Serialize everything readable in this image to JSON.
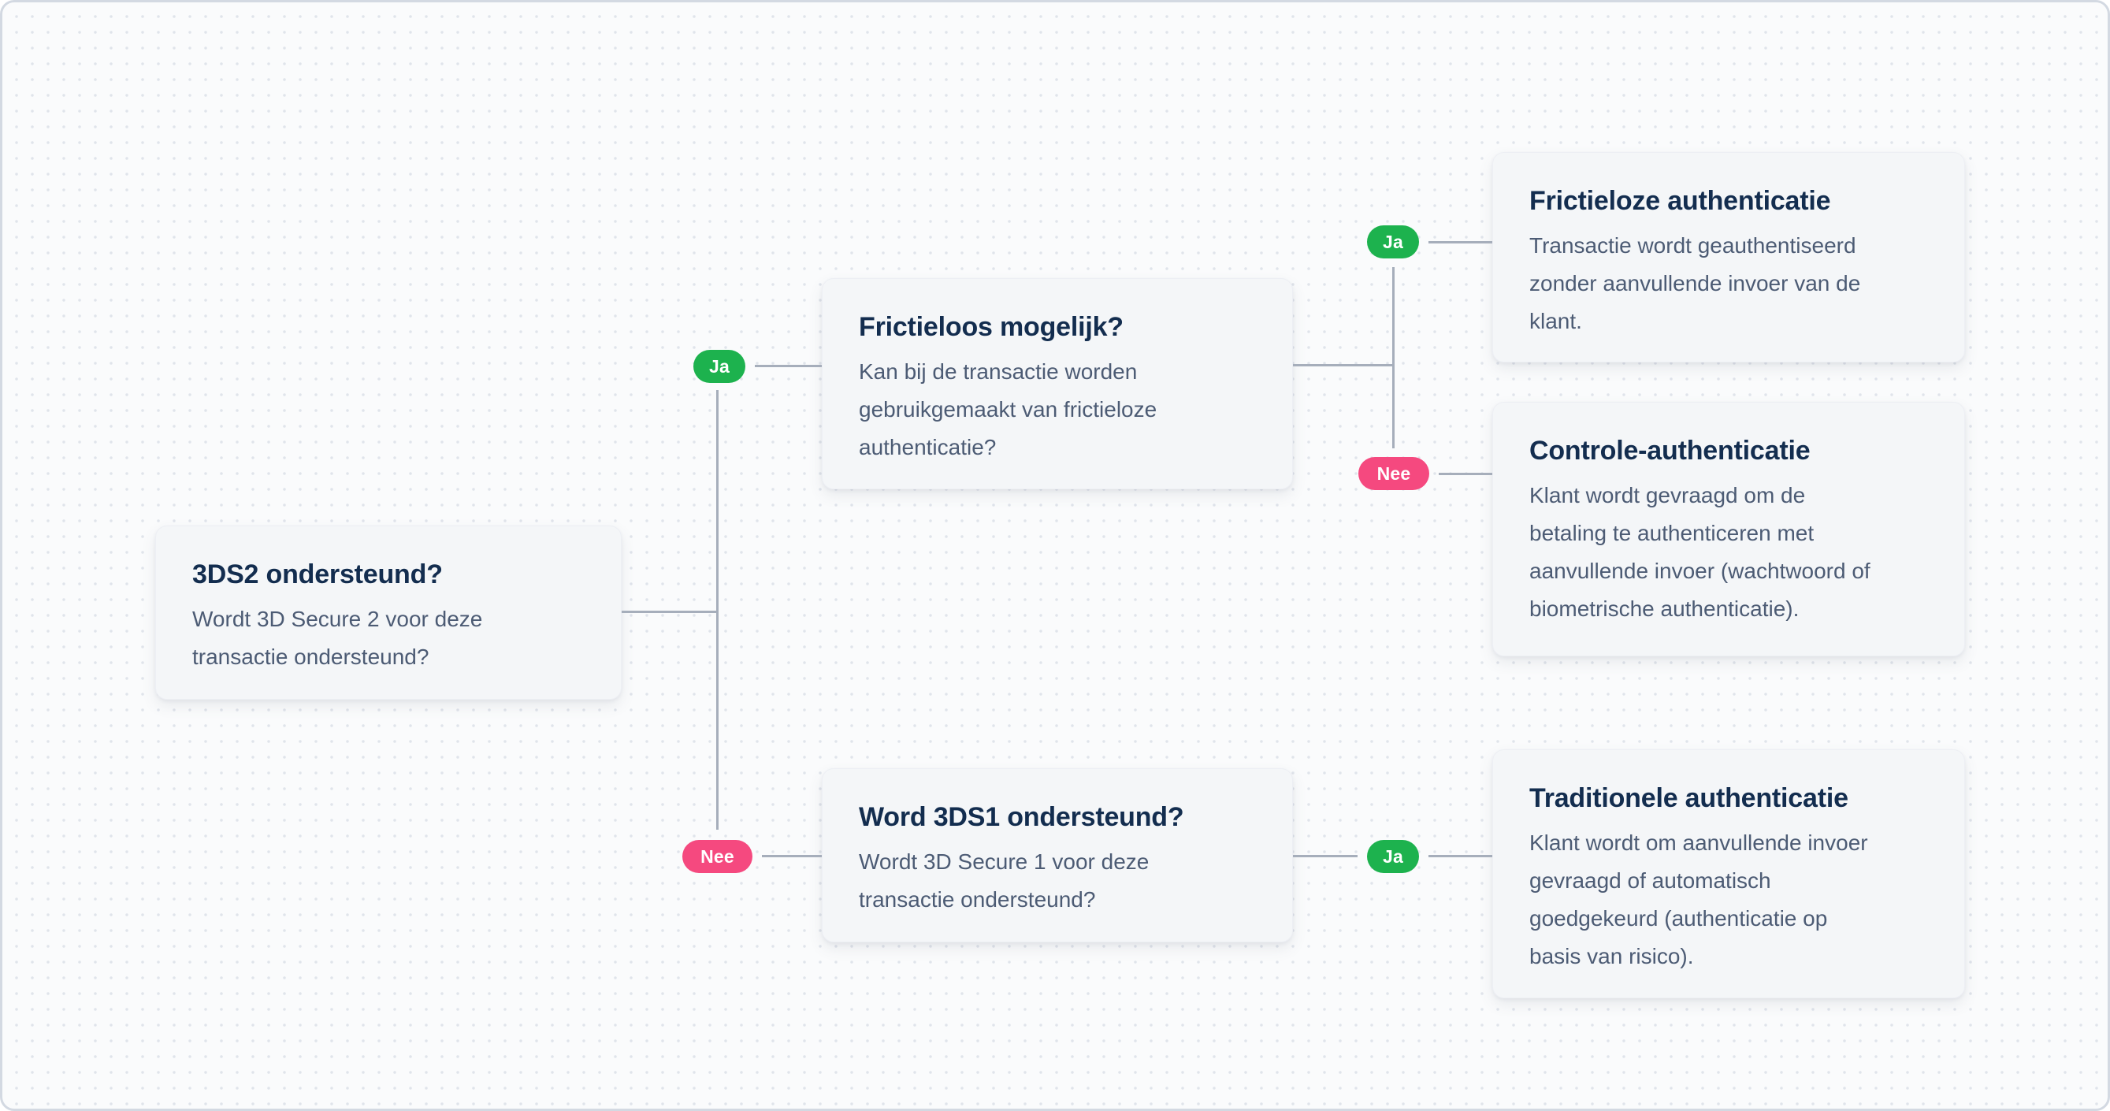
{
  "theme": {
    "canvas_bg": "#fafbfc",
    "dot_color": "#e0e4eb",
    "frame_border": "#d3d9e2",
    "card_bg": "#f4f6f8",
    "card_border": "#edeff4",
    "title_color": "#132d4f",
    "body_color": "#4c5b74",
    "line_color": "#a6aebb",
    "yes_color": "#1db24e",
    "no_color": "#f5497f",
    "badge_text": "#ffffff"
  },
  "diagram_type": "decision-flowchart",
  "nodes": [
    {
      "id": "3ds2-ondersteund",
      "title": "3DS2 ondersteund?",
      "body": [
        "Wordt 3D Secure 2 voor deze",
        "transactie ondersteund?"
      ]
    },
    {
      "id": "frictieloos-mogelijk",
      "title": "Frictieloos mogelijk?",
      "body": [
        "Kan bij de transactie worden",
        "gebruikgemaakt van frictieloze",
        "authenticatie?"
      ]
    },
    {
      "id": "word-3ds1-ondersteund",
      "title": "Word 3DS1 ondersteund?",
      "body": [
        "Wordt 3D Secure 1 voor deze",
        "transactie ondersteund?"
      ]
    },
    {
      "id": "frictieloze-authenticatie",
      "title": "Frictieloze authenticatie",
      "body": [
        "Transactie wordt geauthentiseerd",
        "zonder aanvullende invoer van de",
        "klant."
      ]
    },
    {
      "id": "controle-authenticatie",
      "title": "Controle-authenticatie",
      "body": [
        "Klant wordt gevraagd om de",
        "betaling te authenticeren met",
        "aanvullende invoer (wachtwoord of",
        "biometrische authenticatie)."
      ]
    },
    {
      "id": "traditionele-authenticatie",
      "title": "Traditionele authenticatie",
      "body": [
        "Klant wordt om aanvullende invoer",
        "gevraagd of automatisch",
        "goedgekeurd (authenticatie op",
        "basis van risico)."
      ]
    }
  ],
  "edges": [
    {
      "from": "3ds2-ondersteund",
      "to": "frictieloos-mogelijk",
      "label": "Ja",
      "type": "yes"
    },
    {
      "from": "3ds2-ondersteund",
      "to": "word-3ds1-ondersteund",
      "label": "Nee",
      "type": "no"
    },
    {
      "from": "frictieloos-mogelijk",
      "to": "frictieloze-authenticatie",
      "label": "Ja",
      "type": "yes"
    },
    {
      "from": "frictieloos-mogelijk",
      "to": "controle-authenticatie",
      "label": "Nee",
      "type": "no"
    },
    {
      "from": "word-3ds1-ondersteund",
      "to": "traditionele-authenticatie",
      "label": "Ja",
      "type": "yes"
    }
  ]
}
